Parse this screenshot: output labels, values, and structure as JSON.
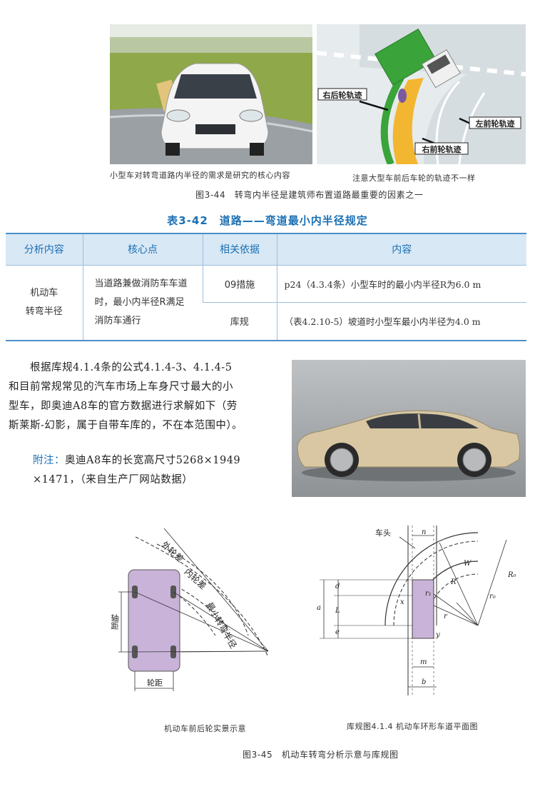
{
  "top_captions": {
    "left": "小型车对转弯道路内半径的需求是研究的核心内容",
    "right": "注意大型车前后车轮的轨迹不一样"
  },
  "truck_labels": {
    "rear_right": "右后轮轨迹",
    "front_left": "左前轮轨迹",
    "front_right": "右前轮轨迹"
  },
  "fig44_caption": "图3-44　转弯内半径是建筑师布置道路最重要的因素之一",
  "table": {
    "title": "表3-42　道路——弯道最小内半径规定",
    "headers": [
      "分析内容",
      "核心点",
      "相关依据",
      "内容"
    ],
    "category": "机动车\n转弯半径",
    "core_point": "当道路兼做消防车车道时，最小内半径R满足消防车通行",
    "rows": [
      {
        "basis": "09措施",
        "content": "p24（4.3.4条）小型车时的最小内半径R为6.0 m"
      },
      {
        "basis": "库规",
        "content": "（表4.2.10-5）坡道时小型车最小内半径为4.0 m"
      }
    ]
  },
  "paragraph": {
    "line1": "根据库规4.1.4条的公式4.1.4-3、4.1.4-5",
    "line2": "和目前常规常见的汽车市场上车身尺寸最大的小",
    "line3": "型车，即奥迪A8车的官方数据进行求解如下（劳",
    "line4": "斯莱斯-幻影，属于自带车库的，不在本范围中）。",
    "note_label": "附注：",
    "note_line1": "奥迪A8车的长宽高尺寸5268×1949",
    "note_line2": "×1471，（来自生产厂网站数据）"
  },
  "diagram_left": {
    "outer": "外轮差",
    "inner": "内轮差",
    "min_radius": "最小转弯半径",
    "wheelbase": "轴距",
    "track": "轮距",
    "caption": "机动车前后轮实景示意"
  },
  "diagram_right": {
    "head": "车头",
    "labels": [
      "n",
      "d",
      "a",
      "L",
      "e",
      "m",
      "b",
      "W",
      "R",
      "r₀",
      "R₀",
      "r₁",
      "r",
      "x",
      "y"
    ],
    "caption": "库规图4.1.4 机动车环形车道平面图"
  },
  "fig45_caption": "图3-45　机动车转弯分析示意与库规图",
  "colors": {
    "accent": "#1a6fb3",
    "header_bg": "#d9e8f5",
    "car_body": "#c9b3d9",
    "track_fill": "#f2b630"
  }
}
